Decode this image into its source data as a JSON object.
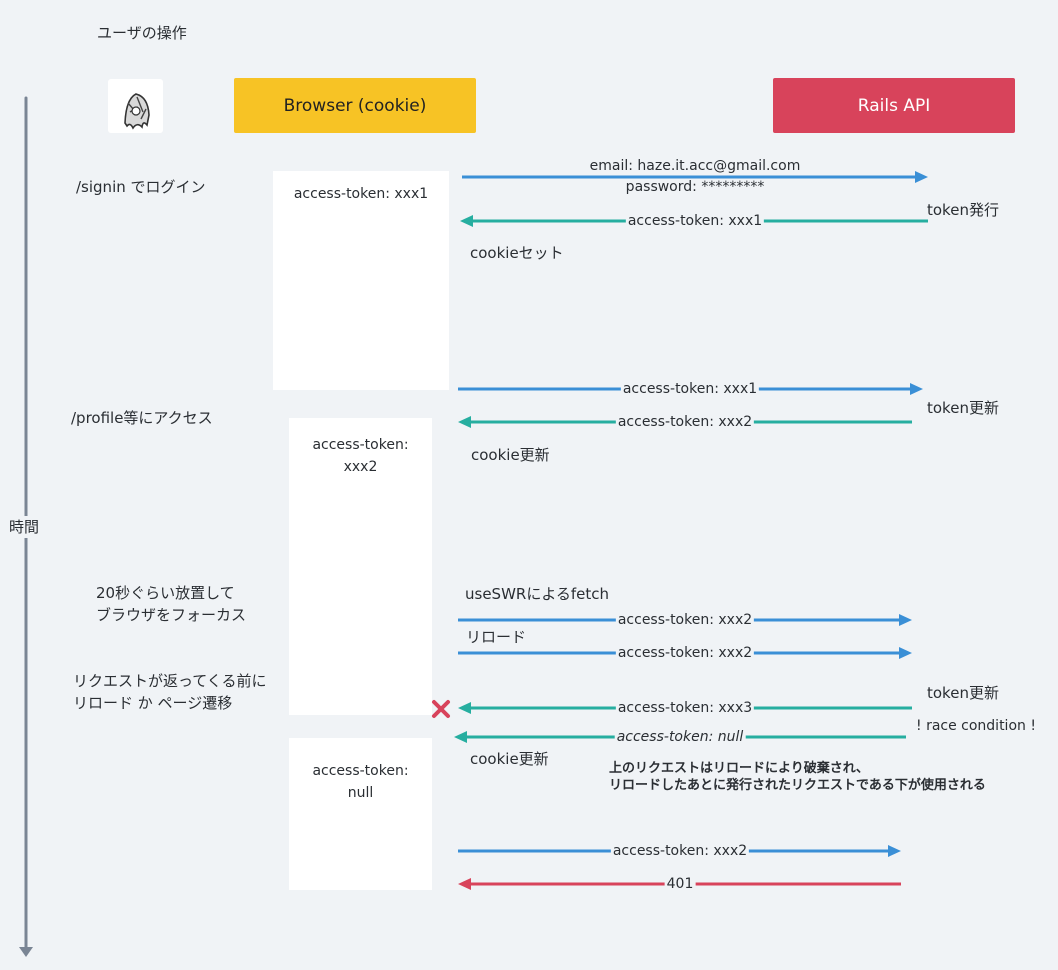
{
  "user_ops_title": "ユーザの操作",
  "time_label": "時間",
  "browser_header": "Browser (cookie)",
  "api_header": "Rails API",
  "colors": {
    "browser": "#f7c325",
    "api": "#d8435b",
    "blue": "#3a8fd6",
    "teal": "#26aea0",
    "red": "#d8435b"
  },
  "user_actions": {
    "signin": "/signin でログイン",
    "profile": "/profile等にアクセス",
    "idle_line1": "20秒ぐらい放置して",
    "idle_line2": "ブラウザをフォーカス",
    "reload_line1": "リクエストが返ってくる前に",
    "reload_line2": "リロード か ページ遷移"
  },
  "token_boxes": {
    "box1": "access-token: xxx1",
    "box2_line1": "access-token:",
    "box2_line2": "xxx2",
    "box3_line1": "access-token:",
    "box3_line2": "null"
  },
  "messages": {
    "m1_email": "email: haze.it.acc@gmail.com",
    "m1_password": "password: *********",
    "m2": "access-token: xxx1",
    "m3": "access-token: xxx1",
    "m4": "access-token: xxx2",
    "m5": "access-token: xxx2",
    "m6": "access-token: xxx2",
    "m7": "access-token: xxx3",
    "m8": "access-token: null",
    "m9": "access-token: xxx2",
    "m10": "401"
  },
  "notes": {
    "token_issue": "token発行",
    "cookie_set": "cookieセット",
    "token_update1": "token更新",
    "cookie_update1": "cookie更新",
    "use_swr": "useSWRによるfetch",
    "reload": "リロード",
    "token_update2": "token更新",
    "race_condition": "! race condition !",
    "cookie_update2": "cookie更新",
    "explain_line1": "上のリクエストはリロードにより破棄され、",
    "explain_line2": "リロードしたあとに発行されたリクエストである下が使用される"
  },
  "icons": {
    "avatar": "user-avatar-icon",
    "cancel": "cross-icon"
  }
}
